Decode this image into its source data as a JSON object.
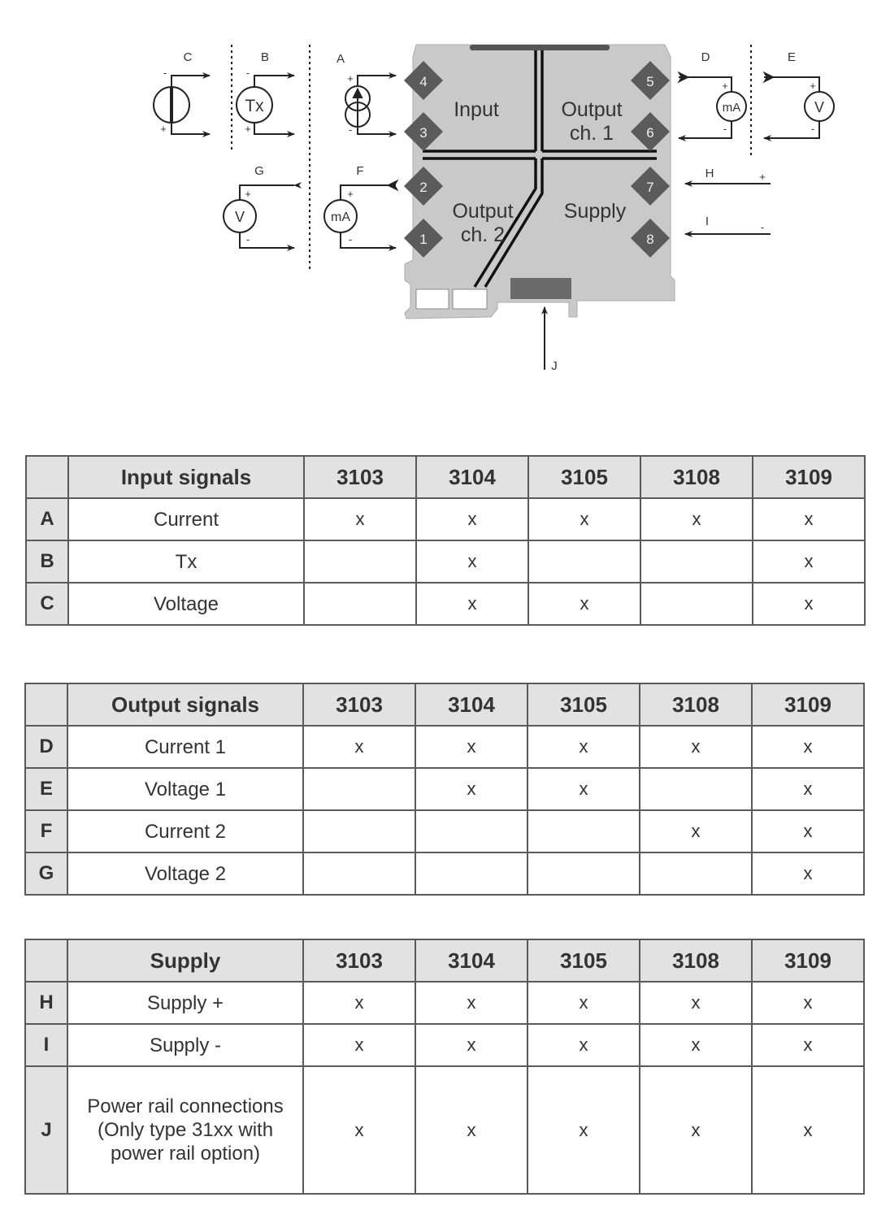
{
  "diagram": {
    "circuit_labels": {
      "A": "A",
      "B": "B",
      "C": "C",
      "D": "D",
      "E": "E",
      "F": "F",
      "G": "G",
      "H": "H",
      "I": "I",
      "J": "J"
    },
    "meter_labels": {
      "tx": "Tx",
      "v_g": "V",
      "ma_f": "mA",
      "ma_d": "mA",
      "v_e": "V"
    },
    "polarity": {
      "plus": "+",
      "minus": "-"
    },
    "sections": {
      "input": "Input",
      "output1_a": "Output",
      "output1_b": "ch. 1",
      "output2_a": "Output",
      "output2_b": "ch. 2",
      "supply": "Supply"
    },
    "terminals": [
      "1",
      "2",
      "3",
      "4",
      "5",
      "6",
      "7",
      "8"
    ],
    "colors": {
      "body": "#c9c9c9",
      "terminal": "#5b5b5b",
      "line": "#111111"
    }
  },
  "tables": [
    {
      "title": "Input signals",
      "models": [
        "3103",
        "3104",
        "3105",
        "3108",
        "3109"
      ],
      "rows": [
        {
          "letter": "A",
          "label": "Current",
          "marks": [
            "x",
            "x",
            "x",
            "x",
            "x"
          ]
        },
        {
          "letter": "B",
          "label": "Tx",
          "marks": [
            "",
            "x",
            "",
            "",
            "x"
          ]
        },
        {
          "letter": "C",
          "label": "Voltage",
          "marks": [
            "",
            "x",
            "x",
            "",
            "x"
          ]
        }
      ]
    },
    {
      "title": "Output signals",
      "models": [
        "3103",
        "3104",
        "3105",
        "3108",
        "3109"
      ],
      "rows": [
        {
          "letter": "D",
          "label": "Current 1",
          "marks": [
            "x",
            "x",
            "x",
            "x",
            "x"
          ]
        },
        {
          "letter": "E",
          "label": "Voltage 1",
          "marks": [
            "",
            "x",
            "x",
            "",
            "x"
          ]
        },
        {
          "letter": "F",
          "label": "Current 2",
          "marks": [
            "",
            "",
            "",
            "x",
            "x"
          ]
        },
        {
          "letter": "G",
          "label": "Voltage 2",
          "marks": [
            "",
            "",
            "",
            "",
            "x"
          ]
        }
      ]
    },
    {
      "title": "Supply",
      "models": [
        "3103",
        "3104",
        "3105",
        "3108",
        "3109"
      ],
      "rows": [
        {
          "letter": "H",
          "label": "Supply +",
          "marks": [
            "x",
            "x",
            "x",
            "x",
            "x"
          ]
        },
        {
          "letter": "I",
          "label": "Supply -",
          "marks": [
            "x",
            "x",
            "x",
            "x",
            "x"
          ]
        },
        {
          "letter": "J",
          "label": "Power rail connections\n(Only type 31xx with\npower rail option)",
          "marks": [
            "x",
            "x",
            "x",
            "x",
            "x"
          ]
        }
      ]
    }
  ]
}
